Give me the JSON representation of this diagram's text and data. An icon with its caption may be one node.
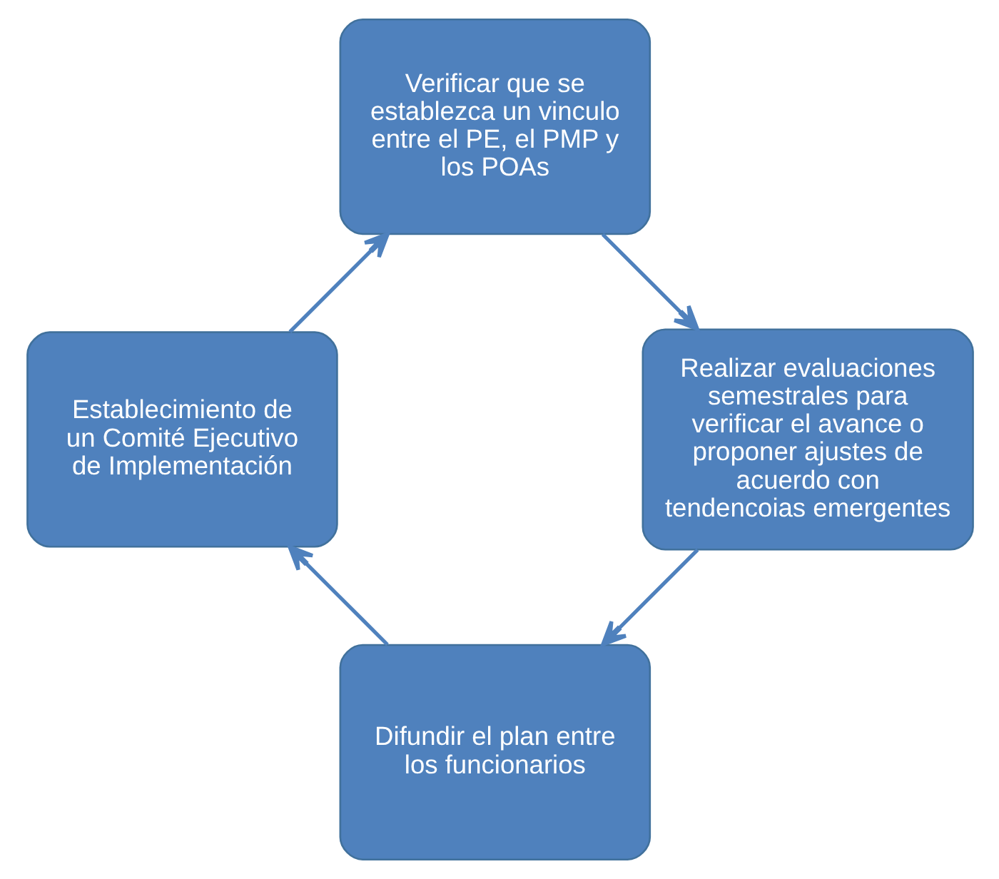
{
  "diagram": {
    "nodes": [
      {
        "text": [
          "Difundir el plan entre los funcionarios"
        ]
      },
      {
        "text": [
          "Establecimiento de un Comité Ejecutivo de Implementación"
        ]
      },
      {
        "text": [
          "Verificar que se establezca un vinculo entre el PE, el PMP y los POAs"
        ]
      },
      {
        "text": [
          "Realizar evaluaciones semestrales para verificar el avance o proponer ajustes de acuerdo con tendencoias emergentes"
        ]
      }
    ],
    "edges": [
      {
        "from": 0,
        "to": 1,
        "arrow": "to"
      },
      {
        "from": 1,
        "to": 2,
        "arrow": "to"
      },
      {
        "from": 2,
        "to": 3,
        "arrow": "to"
      },
      {
        "from": 3,
        "to": 0,
        "arrow": "to"
      }
    ]
  }
}
